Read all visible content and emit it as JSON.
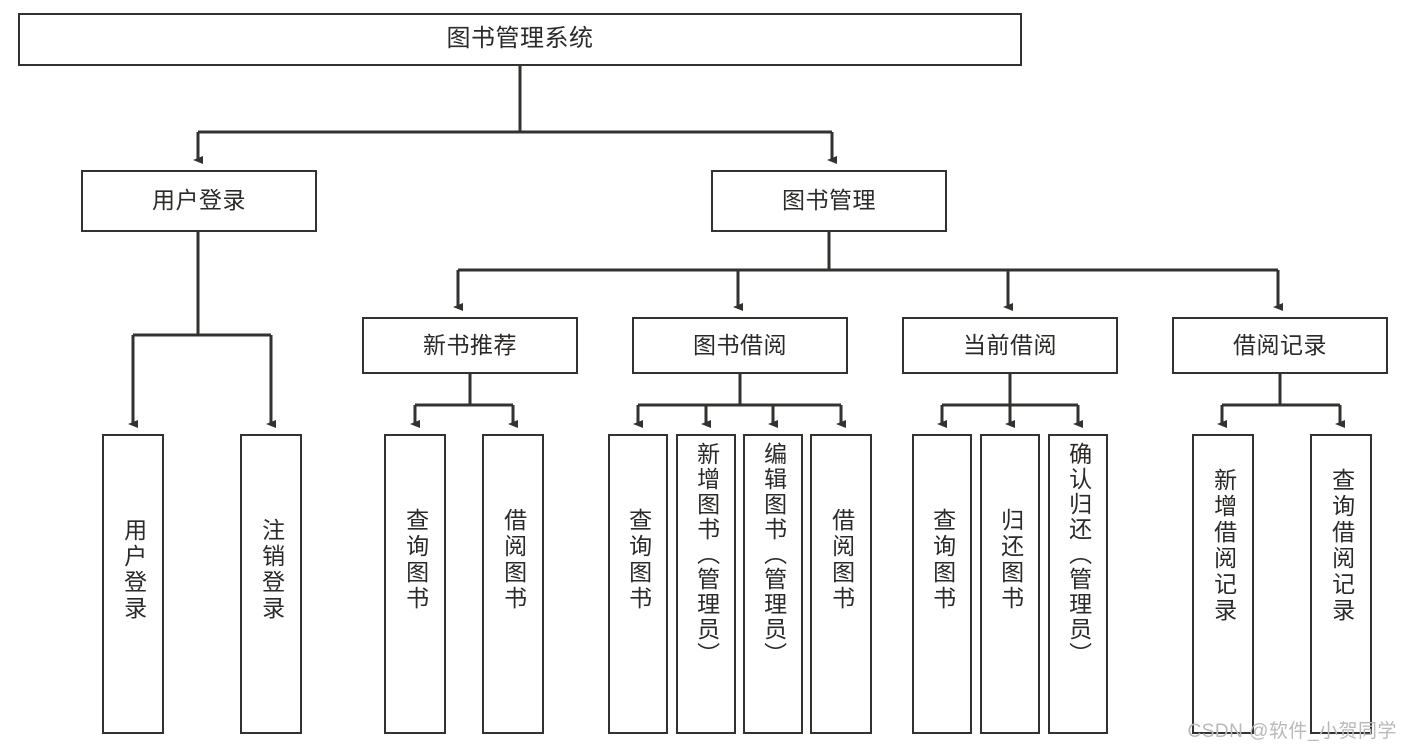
{
  "diagram": {
    "title": "图书管理系统",
    "watermark": "CSDN @软件_小贺同学",
    "line_color": "#33322f",
    "box_fill": "#ffffff",
    "text_color": "#2b2a28",
    "watermark_color": "#b9b9b9"
  },
  "nodes": {
    "root": {
      "label": "图书管理系统"
    },
    "level2": [
      {
        "id": "user-login",
        "label": "用户登录"
      },
      {
        "id": "book-manage",
        "label": "图书管理"
      }
    ],
    "level3": [
      {
        "id": "new-book-recommend",
        "label": "新书推荐"
      },
      {
        "id": "book-borrow",
        "label": "图书借阅"
      },
      {
        "id": "current-borrow",
        "label": "当前借阅"
      },
      {
        "id": "borrow-record",
        "label": "借阅记录"
      }
    ],
    "leaves": {
      "user_login": [
        {
          "id": "leaf-user-login",
          "label": "用户登录"
        },
        {
          "id": "leaf-logout-login",
          "label": "注销登录"
        }
      ],
      "new_book_recommend": [
        {
          "id": "leaf-query-book-1",
          "label": "查询图书"
        },
        {
          "id": "leaf-borrow-book-1",
          "label": "借阅图书"
        }
      ],
      "book_borrow": [
        {
          "id": "leaf-query-book-2",
          "label": "查询图书"
        },
        {
          "id": "leaf-add-book-admin",
          "label": "新增图书（管理员）"
        },
        {
          "id": "leaf-edit-book-admin",
          "label": "编辑图书（管理员）"
        },
        {
          "id": "leaf-borrow-book-2",
          "label": "借阅图书"
        }
      ],
      "current_borrow": [
        {
          "id": "leaf-query-book-3",
          "label": "查询图书"
        },
        {
          "id": "leaf-return-book",
          "label": "归还图书"
        },
        {
          "id": "leaf-confirm-return-admin",
          "label": "确认归还（管理员）"
        }
      ],
      "borrow_record": [
        {
          "id": "leaf-add-borrow-record",
          "label": "新增借阅记录"
        },
        {
          "id": "leaf-query-borrow-record",
          "label": "查询借阅记录"
        }
      ]
    }
  }
}
